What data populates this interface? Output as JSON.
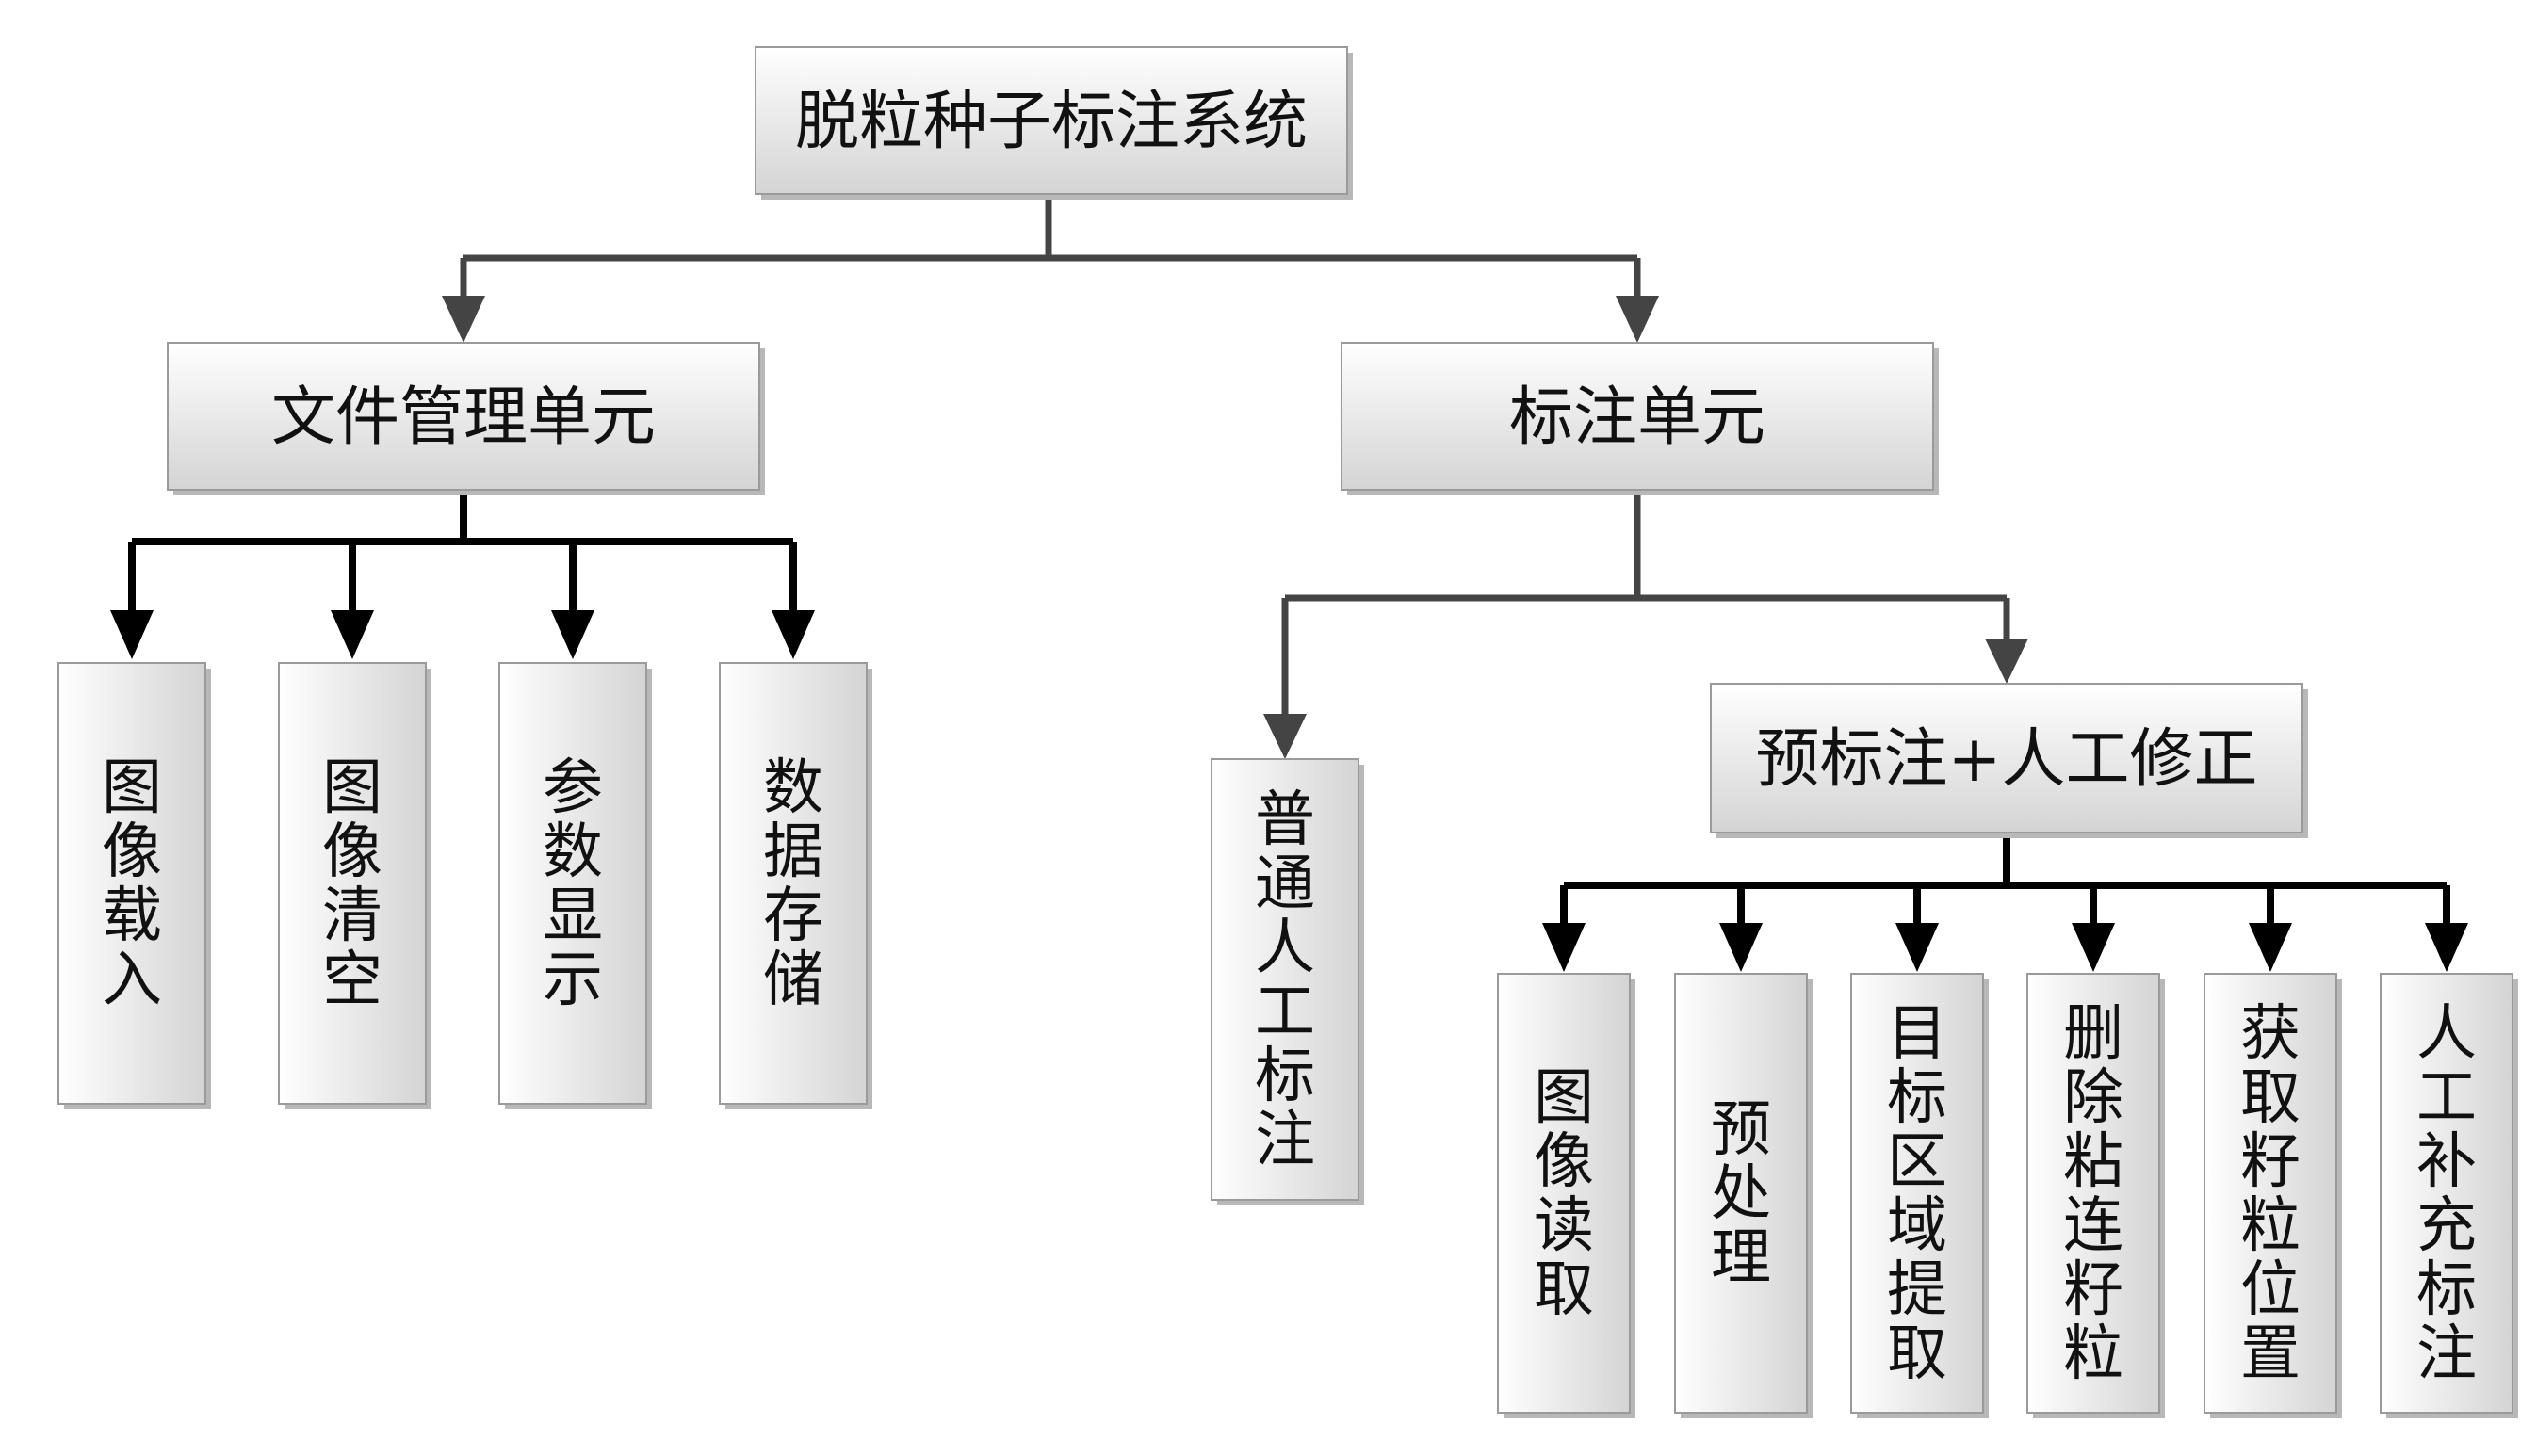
{
  "root": {
    "label": "脱粒种子标注系统"
  },
  "file_unit": {
    "label": "文件管理单元",
    "children": [
      "图像载入",
      "图像清空",
      "参数显示",
      "数据存储"
    ]
  },
  "label_unit": {
    "label": "标注单元",
    "manual": "普通人工标注",
    "pre_label": {
      "label": "预标注+人工修正",
      "children": [
        "图像读取",
        "预处理",
        "目标区域提取",
        "删除粘连籽粒",
        "获取籽粒位置",
        "人工补充标注"
      ]
    }
  },
  "colors": {
    "connector_dark": "#000000",
    "connector_gray": "#444444",
    "box_border": "#9a9a9a",
    "box_gradient_top": "#ffffff",
    "box_gradient_bottom": "#d6d6d6",
    "shadow": "#b0b0b0"
  }
}
